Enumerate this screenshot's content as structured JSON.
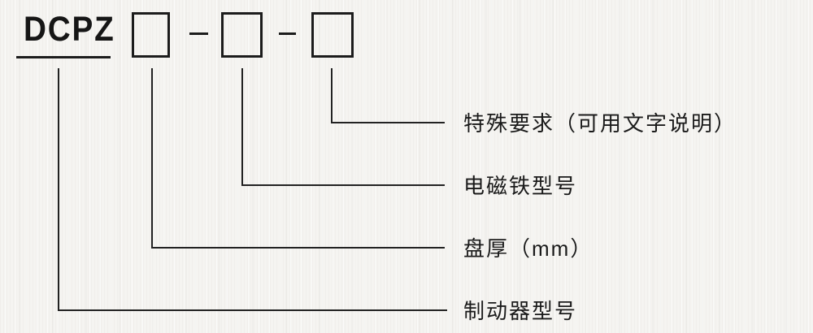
{
  "diagram": {
    "model_prefix": "DCPZ",
    "code_separator": "-",
    "callouts": [
      {
        "label": "特殊要求（可用文字说明）"
      },
      {
        "label": "电磁铁型号"
      },
      {
        "label": "盘厚（mm）"
      },
      {
        "label": "制动器型号"
      }
    ],
    "colors": {
      "line": "#1c1c1c",
      "text": "#1a1a1a",
      "paper": "#f5f4f1"
    }
  }
}
